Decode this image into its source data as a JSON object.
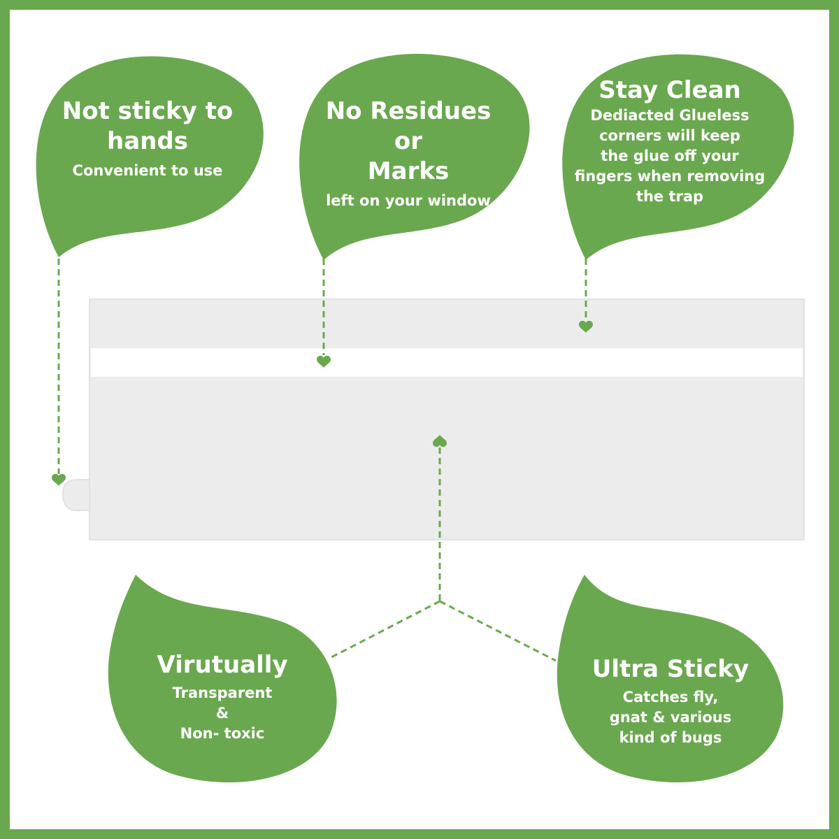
{
  "colors": {
    "accent": "#6aa84f",
    "background": "#ffffff",
    "strip": "#ececec",
    "strip_band": "#ffffff"
  },
  "callouts": {
    "not_sticky": {
      "title_line1": "Not sticky to",
      "title_line2": "hands",
      "subtitle": "Convenient to use"
    },
    "no_residues": {
      "title_line1": "No Residues or",
      "title_line2": "Marks",
      "subtitle": "left on your window"
    },
    "stay_clean": {
      "title": "Stay Clean",
      "line1": "Dediacted Glueless",
      "line2": "corners will keep",
      "line3": "the glue off your",
      "line4": "fingers when removing",
      "line5": "the trap"
    },
    "virtually": {
      "title": "Virutually",
      "line1": "Transparent",
      "line2": "&",
      "line3": "Non- toxic"
    },
    "ultra_sticky": {
      "title": "Ultra Sticky",
      "line1": "Catches fly,",
      "line2": "gnat & various",
      "line3": "kind of bugs"
    }
  },
  "icons": {
    "pointer": "heart-pointer-icon",
    "bubble": "leaf-bubble-shape"
  }
}
